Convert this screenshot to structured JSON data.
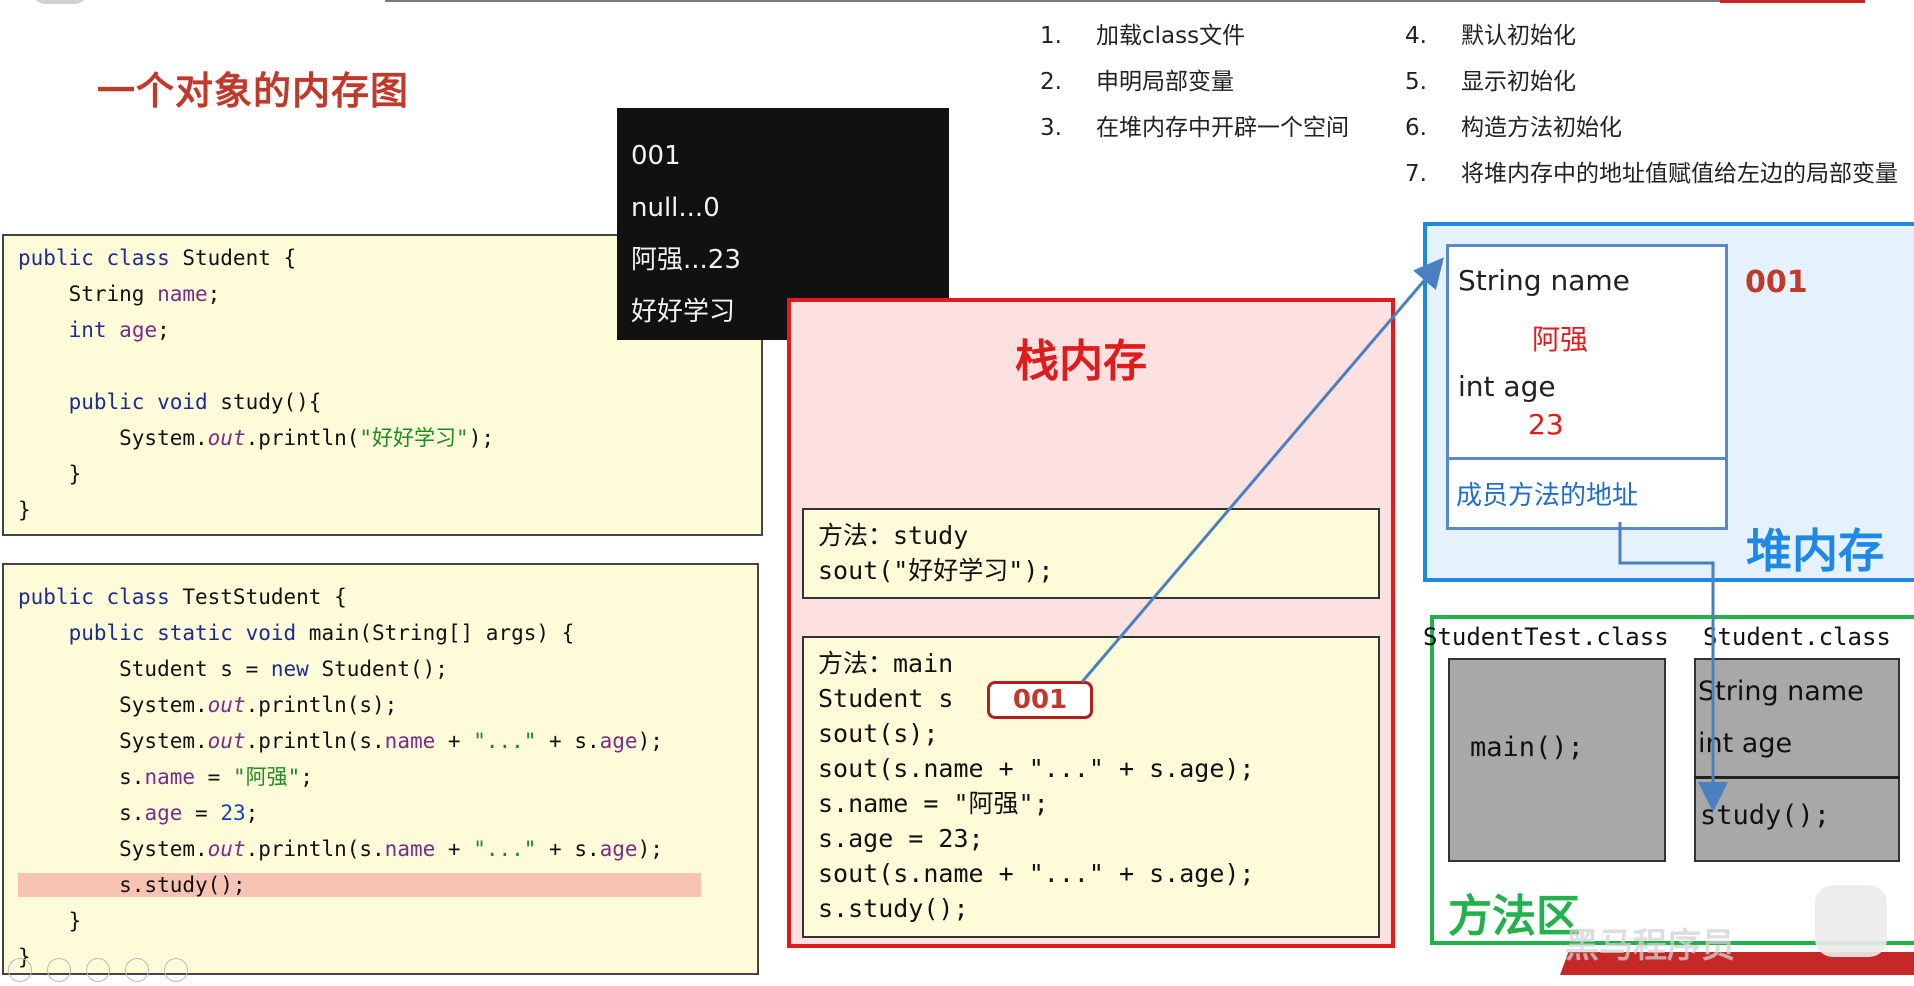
{
  "slide": {
    "title": "一个对象的内存图"
  },
  "steps_left": [
    {
      "num": "1.",
      "text": "加载class文件"
    },
    {
      "num": "2.",
      "text": "申明局部变量"
    },
    {
      "num": "3.",
      "text": "在堆内存中开辟一个空间"
    }
  ],
  "steps_right": [
    {
      "num": "4.",
      "text": "默认初始化"
    },
    {
      "num": "5.",
      "text": "显示初始化"
    },
    {
      "num": "6.",
      "text": "构造方法初始化"
    },
    {
      "num": "7.",
      "text": "将堆内存中的地址值赋值给左边的局部变量"
    }
  ],
  "console_output": [
    "001",
    "null...0",
    "阿强...23",
    "好好学习"
  ],
  "stack": {
    "title": "栈内存",
    "study_frame": {
      "line1": "方法：study",
      "line2": "sout(\"好好学习\");"
    },
    "main_frame": {
      "header": "方法：main",
      "var_label": "Student s",
      "var_value": "001",
      "lines": [
        "sout(s);",
        "sout(s.name + \"...\" + s.age);",
        "s.name = \"阿强\";",
        "s.age = 23;",
        "sout(s.name + \"...\" + s.age);",
        "s.study();"
      ]
    }
  },
  "heap": {
    "title": "堆内存",
    "address": "001",
    "field_name_label": "String name",
    "field_name_value": "阿强",
    "field_age_label": "int age",
    "field_age_value": "23",
    "method_addr_label": "成员方法的地址"
  },
  "method_area": {
    "title": "方法区",
    "class1_label": "StudentTest.class",
    "class1_member": "main();",
    "class2_label": "Student.class",
    "class2_fields": [
      "String name",
      "int age"
    ],
    "class2_method": "study();"
  },
  "watermark": "黑马程序员"
}
